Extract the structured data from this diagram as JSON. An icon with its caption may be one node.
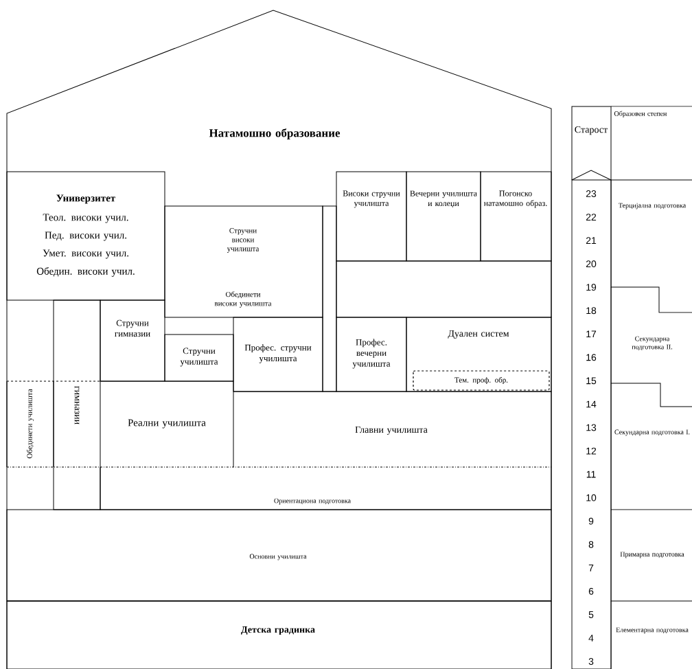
{
  "diagram": {
    "nodes": [
      {
        "text": [
          "Натамошно образование"
        ]
      },
      {
        "text": [
          "Универзитет",
          "Теол. високи учил.",
          "Пед. високи учил.",
          "Умет. високи учил.",
          "Обедин. високи учил."
        ],
        "in": 0
      },
      {
        "text": [
          "Стручни високи училишта",
          "Обединети високи училишта"
        ],
        "in": 0
      },
      {
        "text": [
          "Високи стручни училишта"
        ],
        "in": 0
      },
      {
        "text": [
          "Вечерни училишта и колеџи"
        ],
        "in": 0
      },
      {
        "text": [
          "Погонско натамошно образ."
        ],
        "in": 0
      },
      {
        "text": [],
        "shape": "box",
        "in": 0
      },
      {
        "text": [],
        "shape": "box",
        "in": 0
      },
      {
        "text": [
          "гимназии"
        ],
        "in": 0
      },
      {
        "text": [
          "Стручни гимназии"
        ],
        "in": 0
      },
      {
        "text": [
          "Стручни училишта"
        ],
        "in": 0
      },
      {
        "text": [
          "Профес. стручни училишта"
        ],
        "in": 0
      },
      {
        "text": [
          "Профес. вечерни училишта"
        ],
        "in": 0
      },
      {
        "text": [
          "Дуален систем"
        ],
        "in": 0
      },
      {
        "text": [
          "Тем. проф. обр."
        ],
        "in": 13
      },
      {
        "text": [
          "Обединети училишта"
        ],
        "in": 0
      },
      {
        "text": [
          "Реални училишта"
        ],
        "in": 0
      },
      {
        "text": [
          "Главни училишта"
        ],
        "in": 0
      },
      {
        "text": [
          "Ориентациона подготовка"
        ],
        "in": 0
      },
      {
        "text": [
          "Основни училишта"
        ],
        "in": 0
      },
      {
        "text": [
          "Детска градинка"
        ],
        "in": 0
      },
      {
        "text": [
          "Старост"
        ]
      },
      {
        "text": [
          "Образовен степен"
        ]
      },
      {
        "text": [
          "Терцијална подготовка"
        ]
      },
      {
        "text": [
          "Секундарна подготовка II."
        ]
      },
      {
        "text": [
          "Секундарна подготовка I."
        ]
      },
      {
        "text": [
          "Примарна подготовка"
        ]
      },
      {
        "text": [
          "Елементарна подготовка"
        ]
      }
    ],
    "labels": [
      "23",
      "22",
      "21",
      "20",
      "19",
      "18",
      "17",
      "16",
      "15",
      "14",
      "13",
      "12",
      "11",
      "10",
      "9",
      "8",
      "7",
      "6",
      "5",
      "4",
      "3"
    ]
  }
}
